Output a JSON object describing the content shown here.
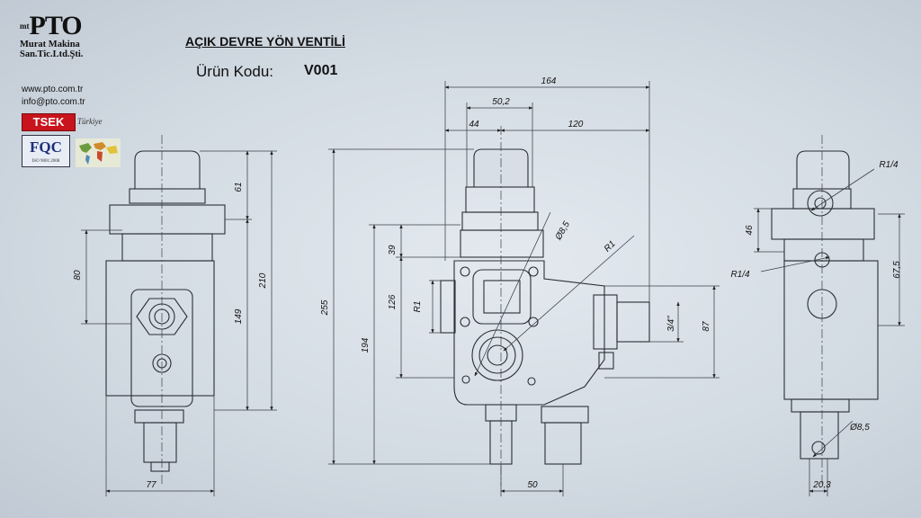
{
  "company": {
    "logo_text": "PTO",
    "logo_prefix": "mt",
    "name_line1": "Murat Makina",
    "name_line2": "San.Tic.Ltd.Şti.",
    "website": "www.pto.com.tr",
    "email": "info@pto.com.tr",
    "cert1": "TSEK",
    "cert2": "FQC",
    "cert2_sub": "ISO 9001:2008",
    "country_label": "Türkiye"
  },
  "product": {
    "title": "AÇIK DEVRE YÖN VENTİLİ",
    "code_label": "Ürün Kodu:",
    "code_value": "V001"
  },
  "dimensions": {
    "left_view": {
      "d61": "61",
      "d80": "80",
      "d210": "210",
      "d149": "149",
      "d77": "77"
    },
    "front_view": {
      "d164": "164",
      "d50_2": "50,2",
      "d44": "44",
      "d120": "120",
      "d255": "255",
      "d39": "39",
      "d126": "126",
      "r1_left": "R1",
      "d194": "194",
      "d8_5": "Ø8,5",
      "r1": "R1",
      "d3_4": "3/4\"",
      "d87": "87",
      "d50": "50"
    },
    "right_view": {
      "r1_4_top": "R1/4",
      "d46": "46",
      "r1_4_mid": "R1/4",
      "d67_5": "67,5",
      "d8_5": "Ø8,5",
      "d20_3": "20,3"
    }
  },
  "colors": {
    "line": "#2a2f36",
    "dim": "#3a3f47",
    "background": "#d5dde5",
    "tsek": "#c8141c"
  }
}
